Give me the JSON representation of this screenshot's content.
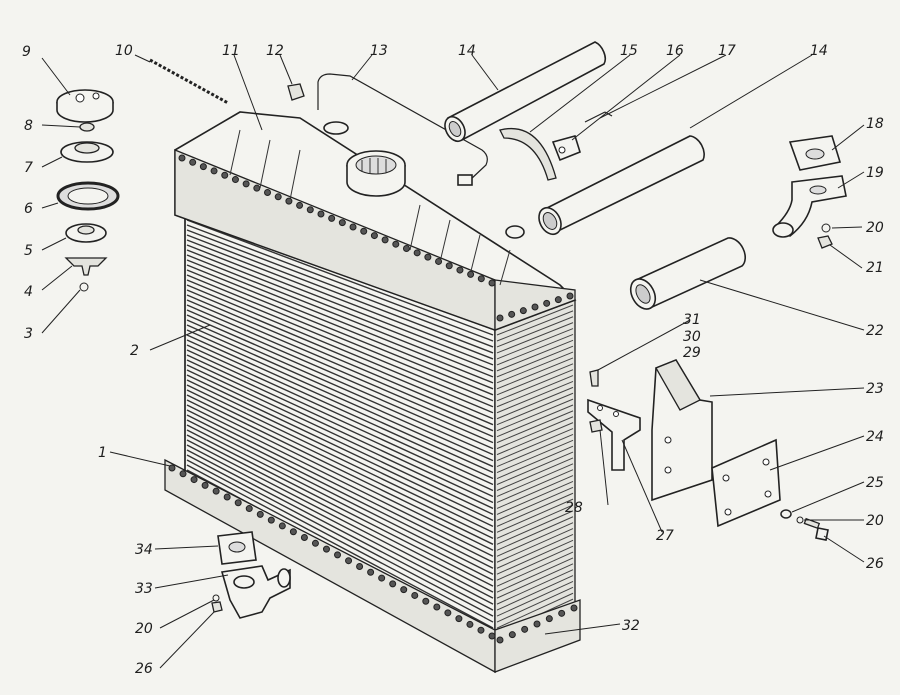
{
  "callouts": {
    "c1": "1",
    "c2": "2",
    "c3": "3",
    "c4": "4",
    "c5": "5",
    "c6": "6",
    "c7": "7",
    "c8": "8",
    "c9": "9",
    "c10": "10",
    "c11": "11",
    "c12": "12",
    "c13": "13",
    "c14a": "14",
    "c14b": "14",
    "c15": "15",
    "c16": "16",
    "c17": "17",
    "c18": "18",
    "c19": "19",
    "c20a": "20",
    "c20b": "20",
    "c20c": "20",
    "c21": "21",
    "c22": "22",
    "c23": "23",
    "c24": "24",
    "c25": "25",
    "c26a": "26",
    "c26b": "26",
    "c27": "27",
    "c28": "28",
    "c29": "29",
    "c30": "30",
    "c31": "31",
    "c32": "32",
    "c33": "33",
    "c34": "34"
  }
}
